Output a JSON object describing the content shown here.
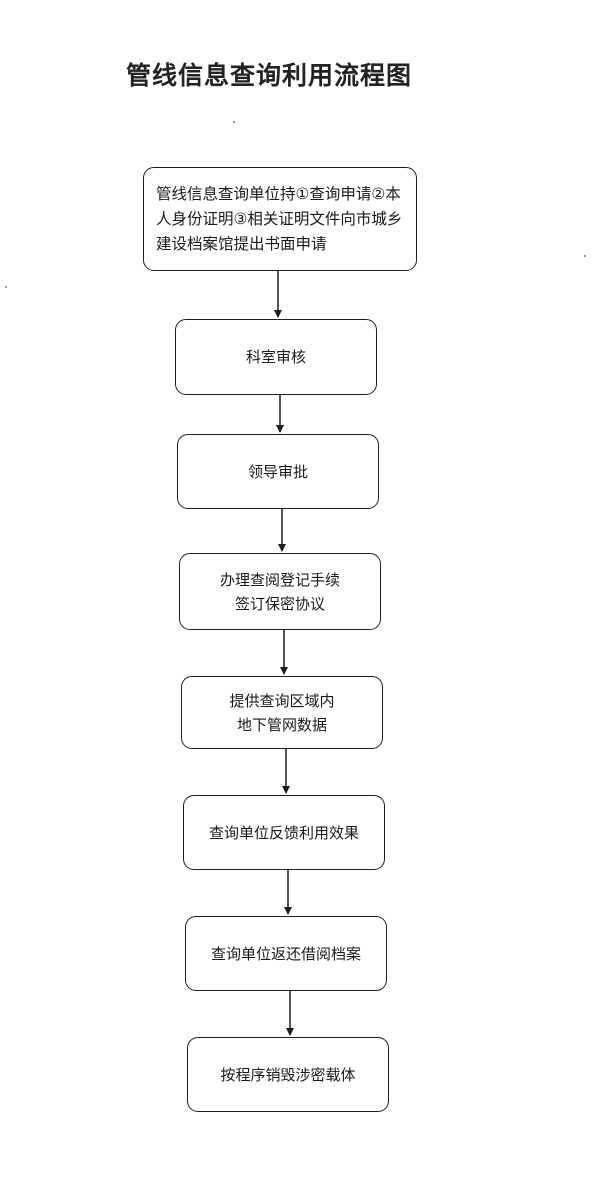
{
  "title": "管线信息查询利用流程图",
  "steps": [
    {
      "lines": [
        "管线信息查询单位持①查询申请②本",
        "人身份证明③相关证明文件向市城乡",
        "建设档案馆提出书面申请"
      ]
    },
    {
      "lines": [
        "科室审核"
      ]
    },
    {
      "lines": [
        "领导审批"
      ]
    },
    {
      "lines": [
        "办理查阅登记手续",
        "签订保密协议"
      ]
    },
    {
      "lines": [
        "提供查询区域内",
        "地下管网数据"
      ]
    },
    {
      "lines": [
        "查询单位反馈利用效果"
      ]
    },
    {
      "lines": [
        "查询单位返还借阅档案"
      ]
    },
    {
      "lines": [
        "按程序销毁涉密载体"
      ]
    }
  ]
}
